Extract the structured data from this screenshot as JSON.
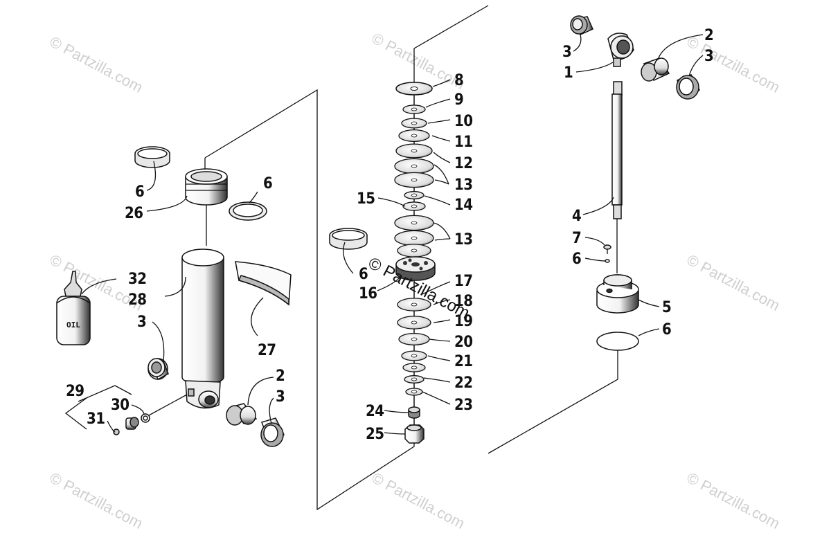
{
  "watermark": {
    "text": "© Partzilla.com",
    "center_text": "© Partzilla.com"
  },
  "bottle_text": "OIL",
  "labels": {
    "l1": "1",
    "l2a": "2",
    "l2b": "2",
    "l3a": "3",
    "l3b": "3",
    "l3c": "3",
    "l3d": "3",
    "l4": "4",
    "l5": "5",
    "l6a": "6",
    "l6b": "6",
    "l6c": "6",
    "l6d": "6",
    "l6e": "6",
    "l7": "7",
    "l8": "8",
    "l9": "9",
    "l10": "10",
    "l11": "11",
    "l12": "12",
    "l13a": "13",
    "l13b": "13",
    "l14": "14",
    "l15": "15",
    "l16": "16",
    "l17": "17",
    "l18": "18",
    "l19": "19",
    "l20": "20",
    "l21": "21",
    "l22": "22",
    "l23": "23",
    "l24": "24",
    "l25": "25",
    "l26": "26",
    "l27": "27",
    "l28": "28",
    "l29": "29",
    "l30": "30",
    "l31": "31",
    "l32": "32"
  }
}
